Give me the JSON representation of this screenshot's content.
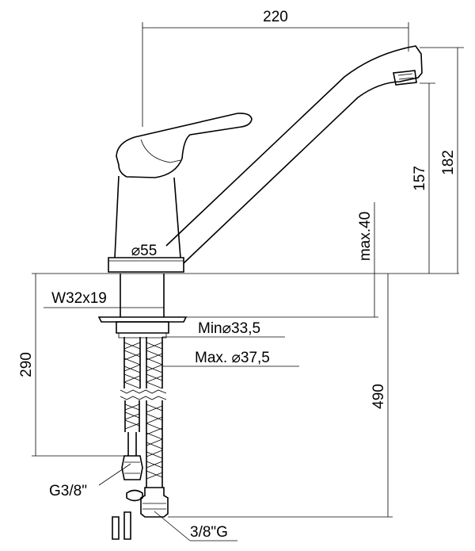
{
  "dimensions": {
    "spout_reach": "220",
    "total_height": "182",
    "spout_height": "157",
    "max_deck": "max.40",
    "base_diameter": "⌀55",
    "shank_thread": "W32x19",
    "hole_min": "Min⌀33,5",
    "hole_max": "Max. ⌀37,5",
    "hose_length_short": "290",
    "hose_length_long": "490",
    "connection_left": "G3/8\"",
    "connection_right": "3/8\"G"
  }
}
